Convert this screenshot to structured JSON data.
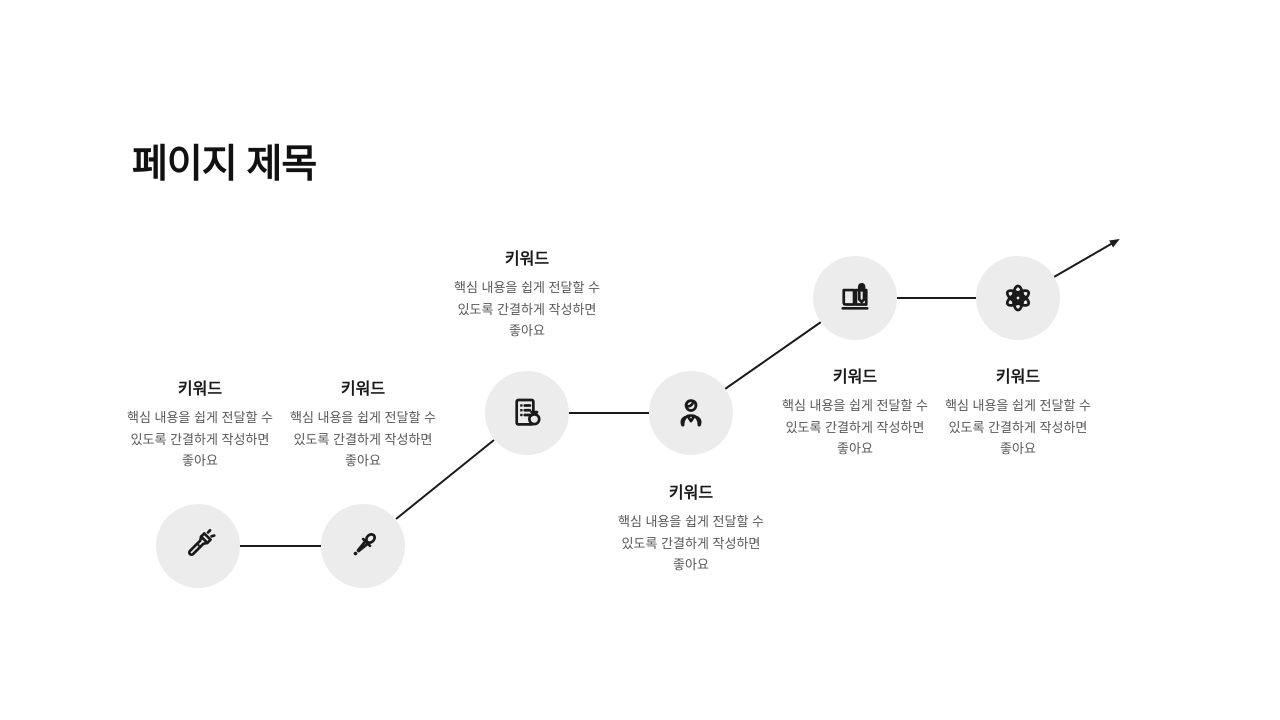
{
  "slide": {
    "title": "페이지 제목"
  },
  "colors": {
    "background": "#ffffff",
    "title_text": "#111111",
    "circle_fill": "#ececec",
    "icon_stroke": "#1a1a1a",
    "connector_line": "#1a1a1a",
    "keyword_text": "#1a1a1a",
    "description_text": "#595959"
  },
  "steps": [
    {
      "keyword": "키워드",
      "desc": [
        "핵심 내용을 쉽게 전달할 수",
        "있도록 간결하게 작성하면",
        "좋아요"
      ],
      "icon": "flashlight-icon",
      "text_position": "above"
    },
    {
      "keyword": "키워드",
      "desc": [
        "핵심 내용을 쉽게 전달할 수",
        "있도록 간결하게 작성하면",
        "좋아요"
      ],
      "icon": "eyedropper-icon",
      "text_position": "above"
    },
    {
      "keyword": "키워드",
      "desc": [
        "핵심 내용을 쉽게 전달할 수",
        "있도록 간결하게 작성하면",
        "좋아요"
      ],
      "icon": "lab-report-icon",
      "text_position": "above"
    },
    {
      "keyword": "키워드",
      "desc": [
        "핵심 내용을 쉽게 전달할 수",
        "있도록 간결하게 작성하면",
        "좋아요"
      ],
      "icon": "scientist-icon",
      "text_position": "below"
    },
    {
      "keyword": "키워드",
      "desc": [
        "핵심 내용을 쉽게 전달할 수",
        "있도록 간결하게 작성하면",
        "좋아요"
      ],
      "icon": "book-pen-icon",
      "text_position": "below"
    },
    {
      "keyword": "키워드",
      "desc": [
        "핵심 내용을 쉽게 전달할 수",
        "있도록 간결하게 작성하면",
        "좋아요"
      ],
      "icon": "atom-icon",
      "text_position": "below"
    }
  ]
}
